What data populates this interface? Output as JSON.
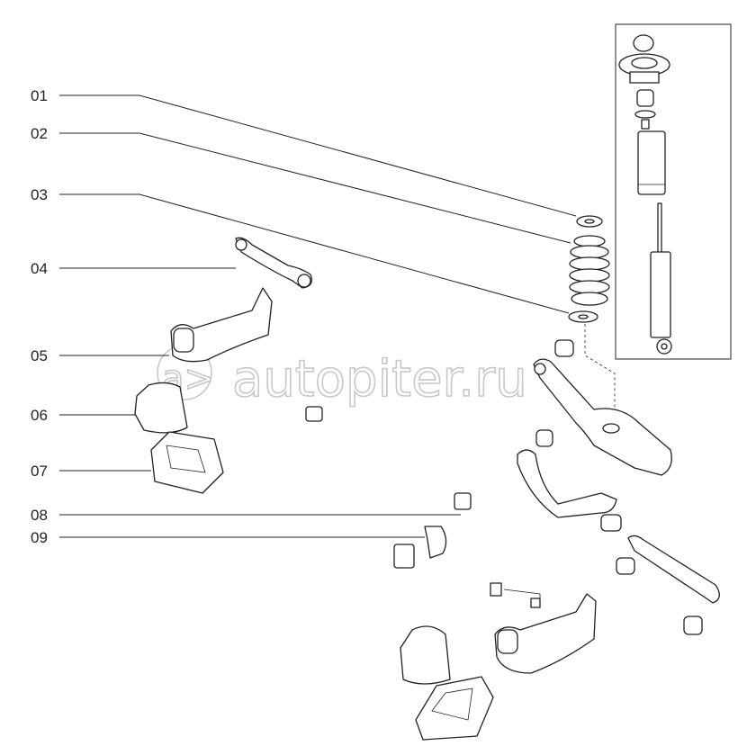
{
  "diagram": {
    "callouts": [
      {
        "id": "01"
      },
      {
        "id": "02"
      },
      {
        "id": "03"
      },
      {
        "id": "04"
      },
      {
        "id": "05"
      },
      {
        "id": "06"
      },
      {
        "id": "07"
      },
      {
        "id": "08"
      },
      {
        "id": "09"
      }
    ]
  },
  "watermark": {
    "text": "autopiter.ru",
    "logo": "a>"
  }
}
